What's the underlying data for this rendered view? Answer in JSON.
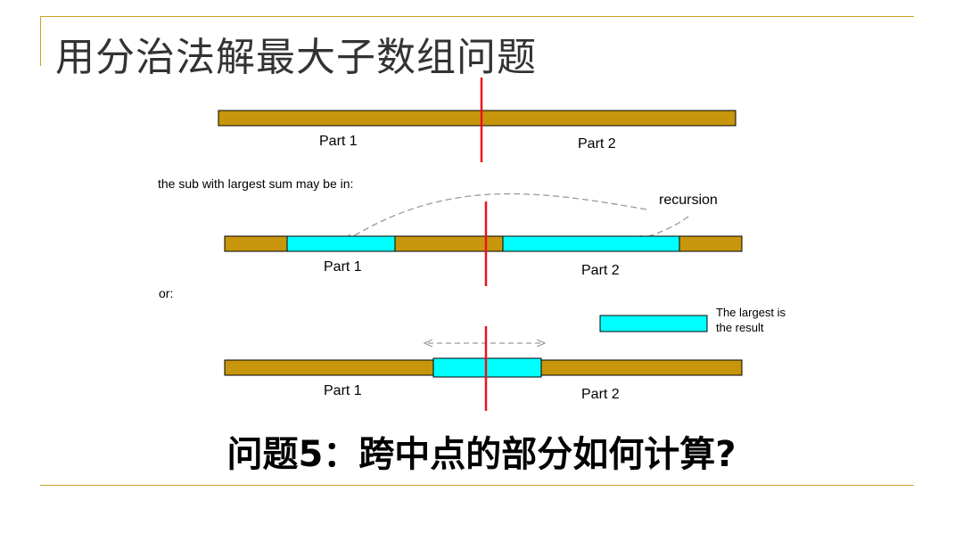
{
  "title": "用分治法解最大子数组问题",
  "intro_text": "the sub with largest sum may be in:",
  "or_text": "or:",
  "recursion_label": "recursion",
  "legend_text_line1": "The largest is",
  "legend_text_line2": "the result",
  "part_labels": {
    "row1_left": "Part 1",
    "row1_right": "Part 2",
    "row2_left": "Part 1",
    "row2_right": "Part 2",
    "row3_left": "Part 1",
    "row3_right": "Part 2"
  },
  "question": "问题5：跨中点的部分如何计算?",
  "colors": {
    "array_bar": "#c8960c",
    "subarray": "#00ffff",
    "divider": "#e8141b",
    "arrow": "#9a9a9a",
    "rule": "#c9a227"
  }
}
